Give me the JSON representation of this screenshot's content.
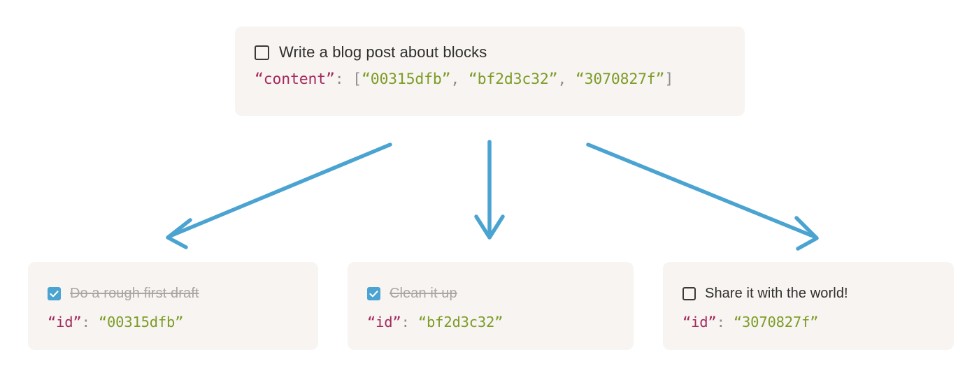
{
  "diagram": {
    "title": "Block references diagram",
    "accent_color": "#4aa3d1",
    "card_background": "#f7f4f2",
    "key_color": "#a42a5c",
    "string_color": "#7d9c26",
    "punct_color": "#8d8d8a",
    "done_text_color": "#a9a6a3"
  },
  "parent": {
    "checkbox_state": "unchecked",
    "checkbox_icon": "checkbox-empty-icon",
    "label": "Write a blog post about blocks",
    "code": {
      "key": "“content”",
      "colon": ":",
      "open_bracket": "[",
      "values": [
        "“00315dfb”",
        "“bf2d3c32”",
        "“3070827f”"
      ],
      "separator": ", ",
      "close_bracket": "]"
    }
  },
  "children": [
    {
      "checkbox_state": "checked",
      "checkbox_icon": "checkbox-checked-icon",
      "label": "Do a rough first draft",
      "done": true,
      "code": {
        "key": "“id”",
        "colon": ":",
        "value": "“00315dfb”"
      }
    },
    {
      "checkbox_state": "checked",
      "checkbox_icon": "checkbox-checked-icon",
      "label": "Clean it up",
      "done": true,
      "code": {
        "key": "“id”",
        "colon": ":",
        "value": "“bf2d3c32”"
      }
    },
    {
      "checkbox_state": "unchecked",
      "checkbox_icon": "checkbox-empty-icon",
      "label": "Share it with the world!",
      "done": false,
      "code": {
        "key": "“id”",
        "colon": ":",
        "value": "“3070827f”"
      }
    }
  ],
  "arrows": [
    {
      "name": "arrow-to-left-child",
      "direction": "down-left",
      "icon": "arrow-icon"
    },
    {
      "name": "arrow-to-middle-child",
      "direction": "down",
      "icon": "arrow-icon"
    },
    {
      "name": "arrow-to-right-child",
      "direction": "down-right",
      "icon": "arrow-icon"
    }
  ]
}
